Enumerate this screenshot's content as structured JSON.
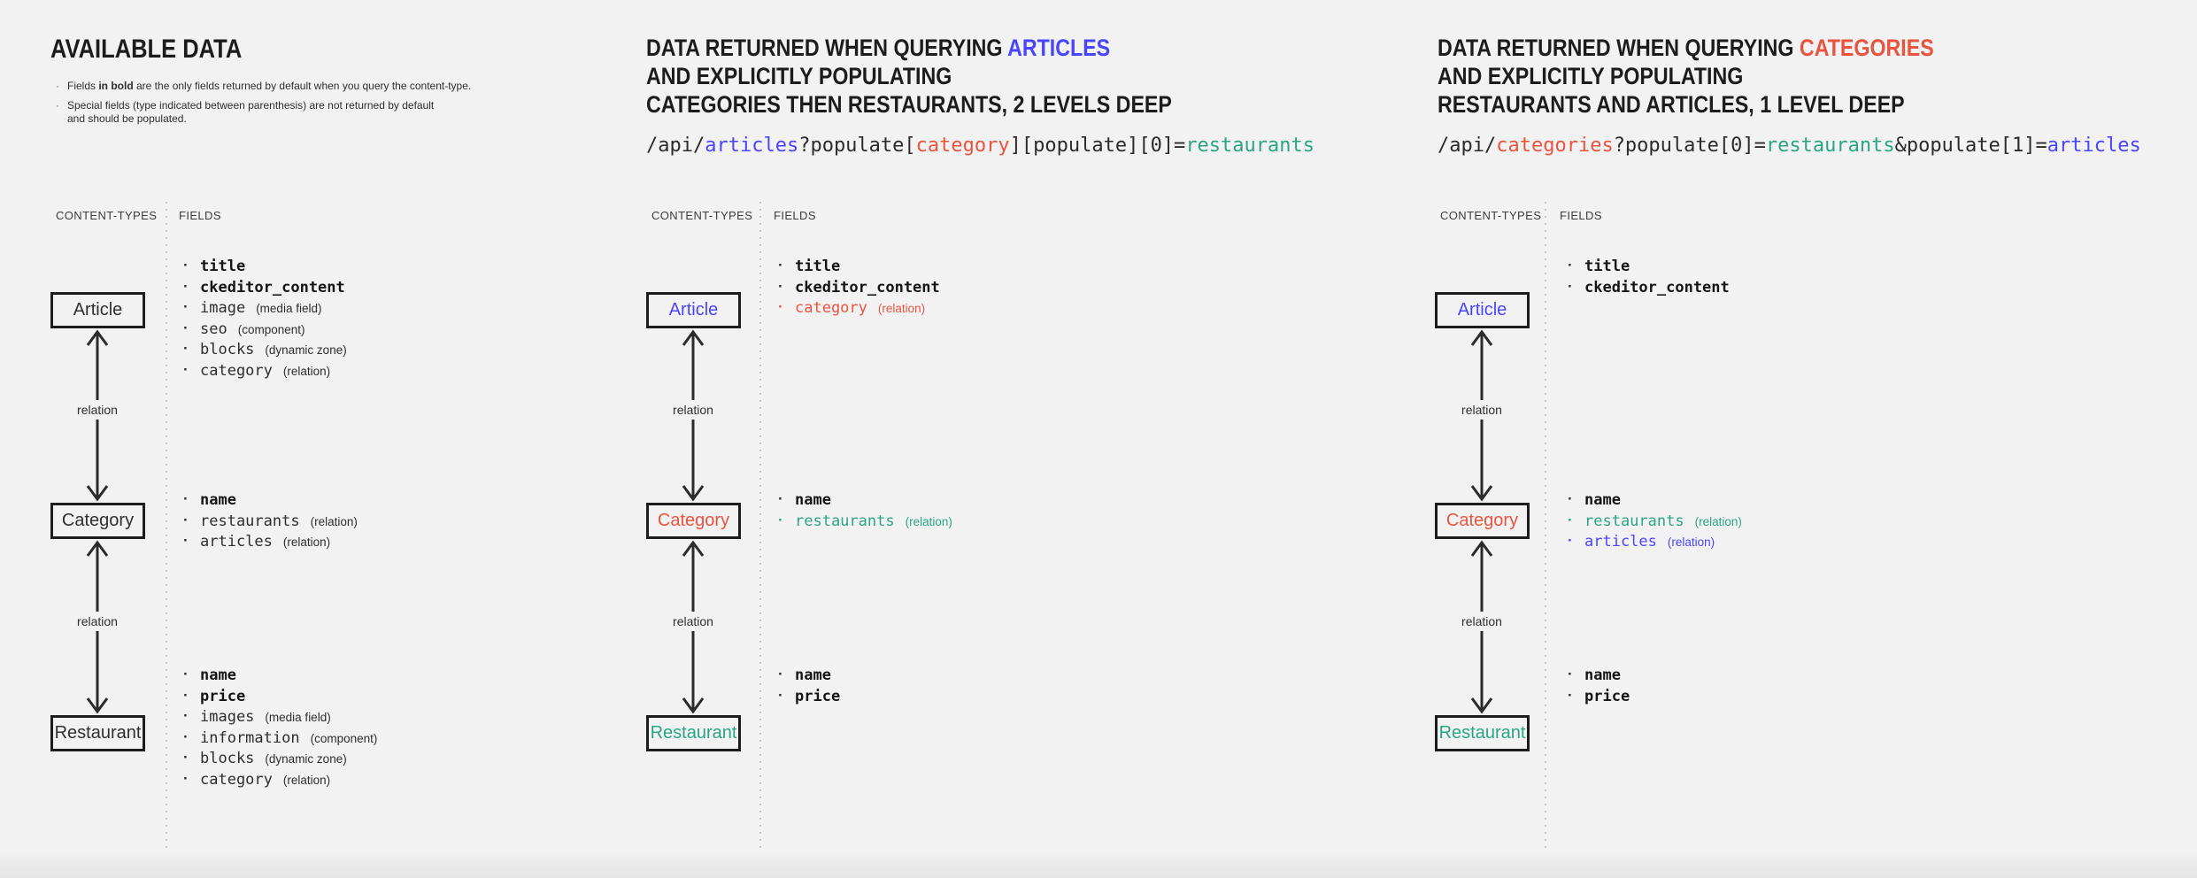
{
  "colors": {
    "background": "#f2f2f2",
    "text_dark": "#2b2b2b",
    "articles_blue": "#4945ff",
    "categories_red": "#e9543f",
    "restaurants_teal": "#2aa584",
    "box_border": "#1d1d1d"
  },
  "diagram": {
    "content_types_label": "CONTENT-TYPES",
    "fields_label": "FIELDS",
    "relation_label": "relation",
    "nodes": {
      "article": "Article",
      "category": "Category",
      "restaurant": "Restaurant"
    }
  },
  "left": {
    "title": "AVAILABLE DATA",
    "notes": {
      "n1_pre": "Fields ",
      "n1_bold": "in bold",
      "n1_post": " are the only fields returned by default when you query the content-type.",
      "n2_line1": "Special fields (type indicated between parenthesis) are not returned by default",
      "n2_line2": "and should be populated."
    },
    "article_fields": [
      {
        "name": "title"
      },
      {
        "name": "ckeditor_content"
      },
      {
        "name": "image",
        "ann": "(media field)"
      },
      {
        "name": "seo",
        "ann": "(component)"
      },
      {
        "name": "blocks",
        "ann": "(dynamic zone)"
      },
      {
        "name": "category",
        "ann": "(relation)"
      }
    ],
    "category_fields": [
      {
        "name": "name"
      },
      {
        "name": "restaurants",
        "ann": "(relation)"
      },
      {
        "name": "articles",
        "ann": "(relation)"
      }
    ],
    "restaurant_fields": [
      {
        "name": "name"
      },
      {
        "name": "price"
      },
      {
        "name": "images",
        "ann": "(media field)"
      },
      {
        "name": "information",
        "ann": "(component)"
      },
      {
        "name": "blocks",
        "ann": "(dynamic zone)"
      },
      {
        "name": "category",
        "ann": "(relation)"
      }
    ]
  },
  "middle": {
    "heading": {
      "line1_prefix": "DATA RETURNED WHEN QUERYING ",
      "line1_highlight": "ARTICLES",
      "line2": "AND EXPLICITLY POPULATING",
      "line3": "CATEGORIES THEN RESTAURANTS, 2 LEVELS DEEP"
    },
    "code": {
      "seg1": "/api/",
      "seg2": "articles",
      "seg3": "?populate[",
      "seg4": "category",
      "seg5": "][populate][0]=",
      "seg6": "restaurants"
    },
    "article_fields": [
      {
        "name": "title"
      },
      {
        "name": "ckeditor_content"
      },
      {
        "name": "category",
        "ann": "(relation)"
      }
    ],
    "category_fields": [
      {
        "name": "name"
      },
      {
        "name": "restaurants",
        "ann": "(relation)"
      }
    ],
    "restaurant_fields": [
      {
        "name": "name"
      },
      {
        "name": "price"
      }
    ]
  },
  "right": {
    "heading": {
      "line1_prefix": "DATA RETURNED WHEN QUERYING ",
      "line1_highlight": "CATEGORIES",
      "line2": "AND EXPLICITLY POPULATING",
      "line3": "RESTAURANTS AND ARTICLES, 1 LEVEL DEEP"
    },
    "code": {
      "seg1": "/api/",
      "seg2": "categories",
      "seg3": "?populate[0]=",
      "seg4": "restaurants",
      "seg5": "&populate[1]=",
      "seg6": "articles"
    },
    "article_fields": [
      {
        "name": "title"
      },
      {
        "name": "ckeditor_content"
      }
    ],
    "category_fields": [
      {
        "name": "name"
      },
      {
        "name": "restaurants",
        "ann": "(relation)"
      },
      {
        "name": "articles",
        "ann": "(relation)"
      }
    ],
    "restaurant_fields": [
      {
        "name": "name"
      },
      {
        "name": "price"
      }
    ]
  }
}
